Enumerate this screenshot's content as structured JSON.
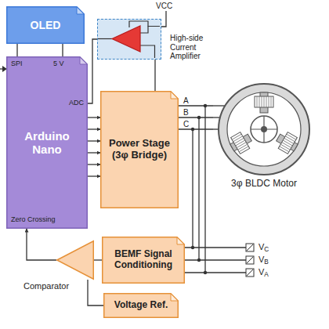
{
  "diagram": {
    "nodes": [
      {
        "text": [
          "OLED"
        ]
      },
      {
        "text": [
          "Arduino Nano"
        ]
      },
      {
        "text": [
          "High-side Current Amplifier"
        ]
      },
      {
        "text": [
          "Power Stage (3φ Bridge)"
        ]
      },
      {
        "text": [
          "3φ BLDC Motor"
        ]
      },
      {
        "text": [
          "BEMF Signal Conditioning"
        ]
      },
      {
        "text": [
          "Comparator"
        ]
      },
      {
        "text": [
          "Voltage Ref."
        ]
      }
    ],
    "edges": [
      {
        "from": 1,
        "to": 0,
        "arrow": "none"
      },
      {
        "from": 1,
        "to": 0,
        "arrow": "none"
      },
      {
        "from": 2,
        "to": 1,
        "arrow": "none"
      },
      {
        "from": 2,
        "to": 3,
        "arrow": "none"
      },
      {
        "from": 1,
        "to": 3,
        "arrow": "to"
      },
      {
        "from": 1,
        "to": 3,
        "arrow": "to"
      },
      {
        "from": 1,
        "to": 3,
        "arrow": "to"
      },
      {
        "from": 1,
        "to": 3,
        "arrow": "to"
      },
      {
        "from": 1,
        "to": 3,
        "arrow": "to"
      },
      {
        "from": 1,
        "to": 3,
        "arrow": "to"
      },
      {
        "from": 3,
        "to": 4,
        "label": "A",
        "arrow": "none"
      },
      {
        "from": 3,
        "to": 4,
        "label": "B",
        "arrow": "none"
      },
      {
        "from": 3,
        "to": 4,
        "label": "C",
        "arrow": "none"
      },
      {
        "from": 5,
        "to": 6,
        "arrow": "none"
      },
      {
        "from": 7,
        "to": 6,
        "arrow": "none"
      },
      {
        "from": 6,
        "to": 1,
        "arrow": "to"
      }
    ],
    "labels": [
      "VCC",
      "SPI",
      "5 V",
      "ADC",
      "Zero Crossing",
      "VC",
      "VB",
      "VA"
    ]
  }
}
